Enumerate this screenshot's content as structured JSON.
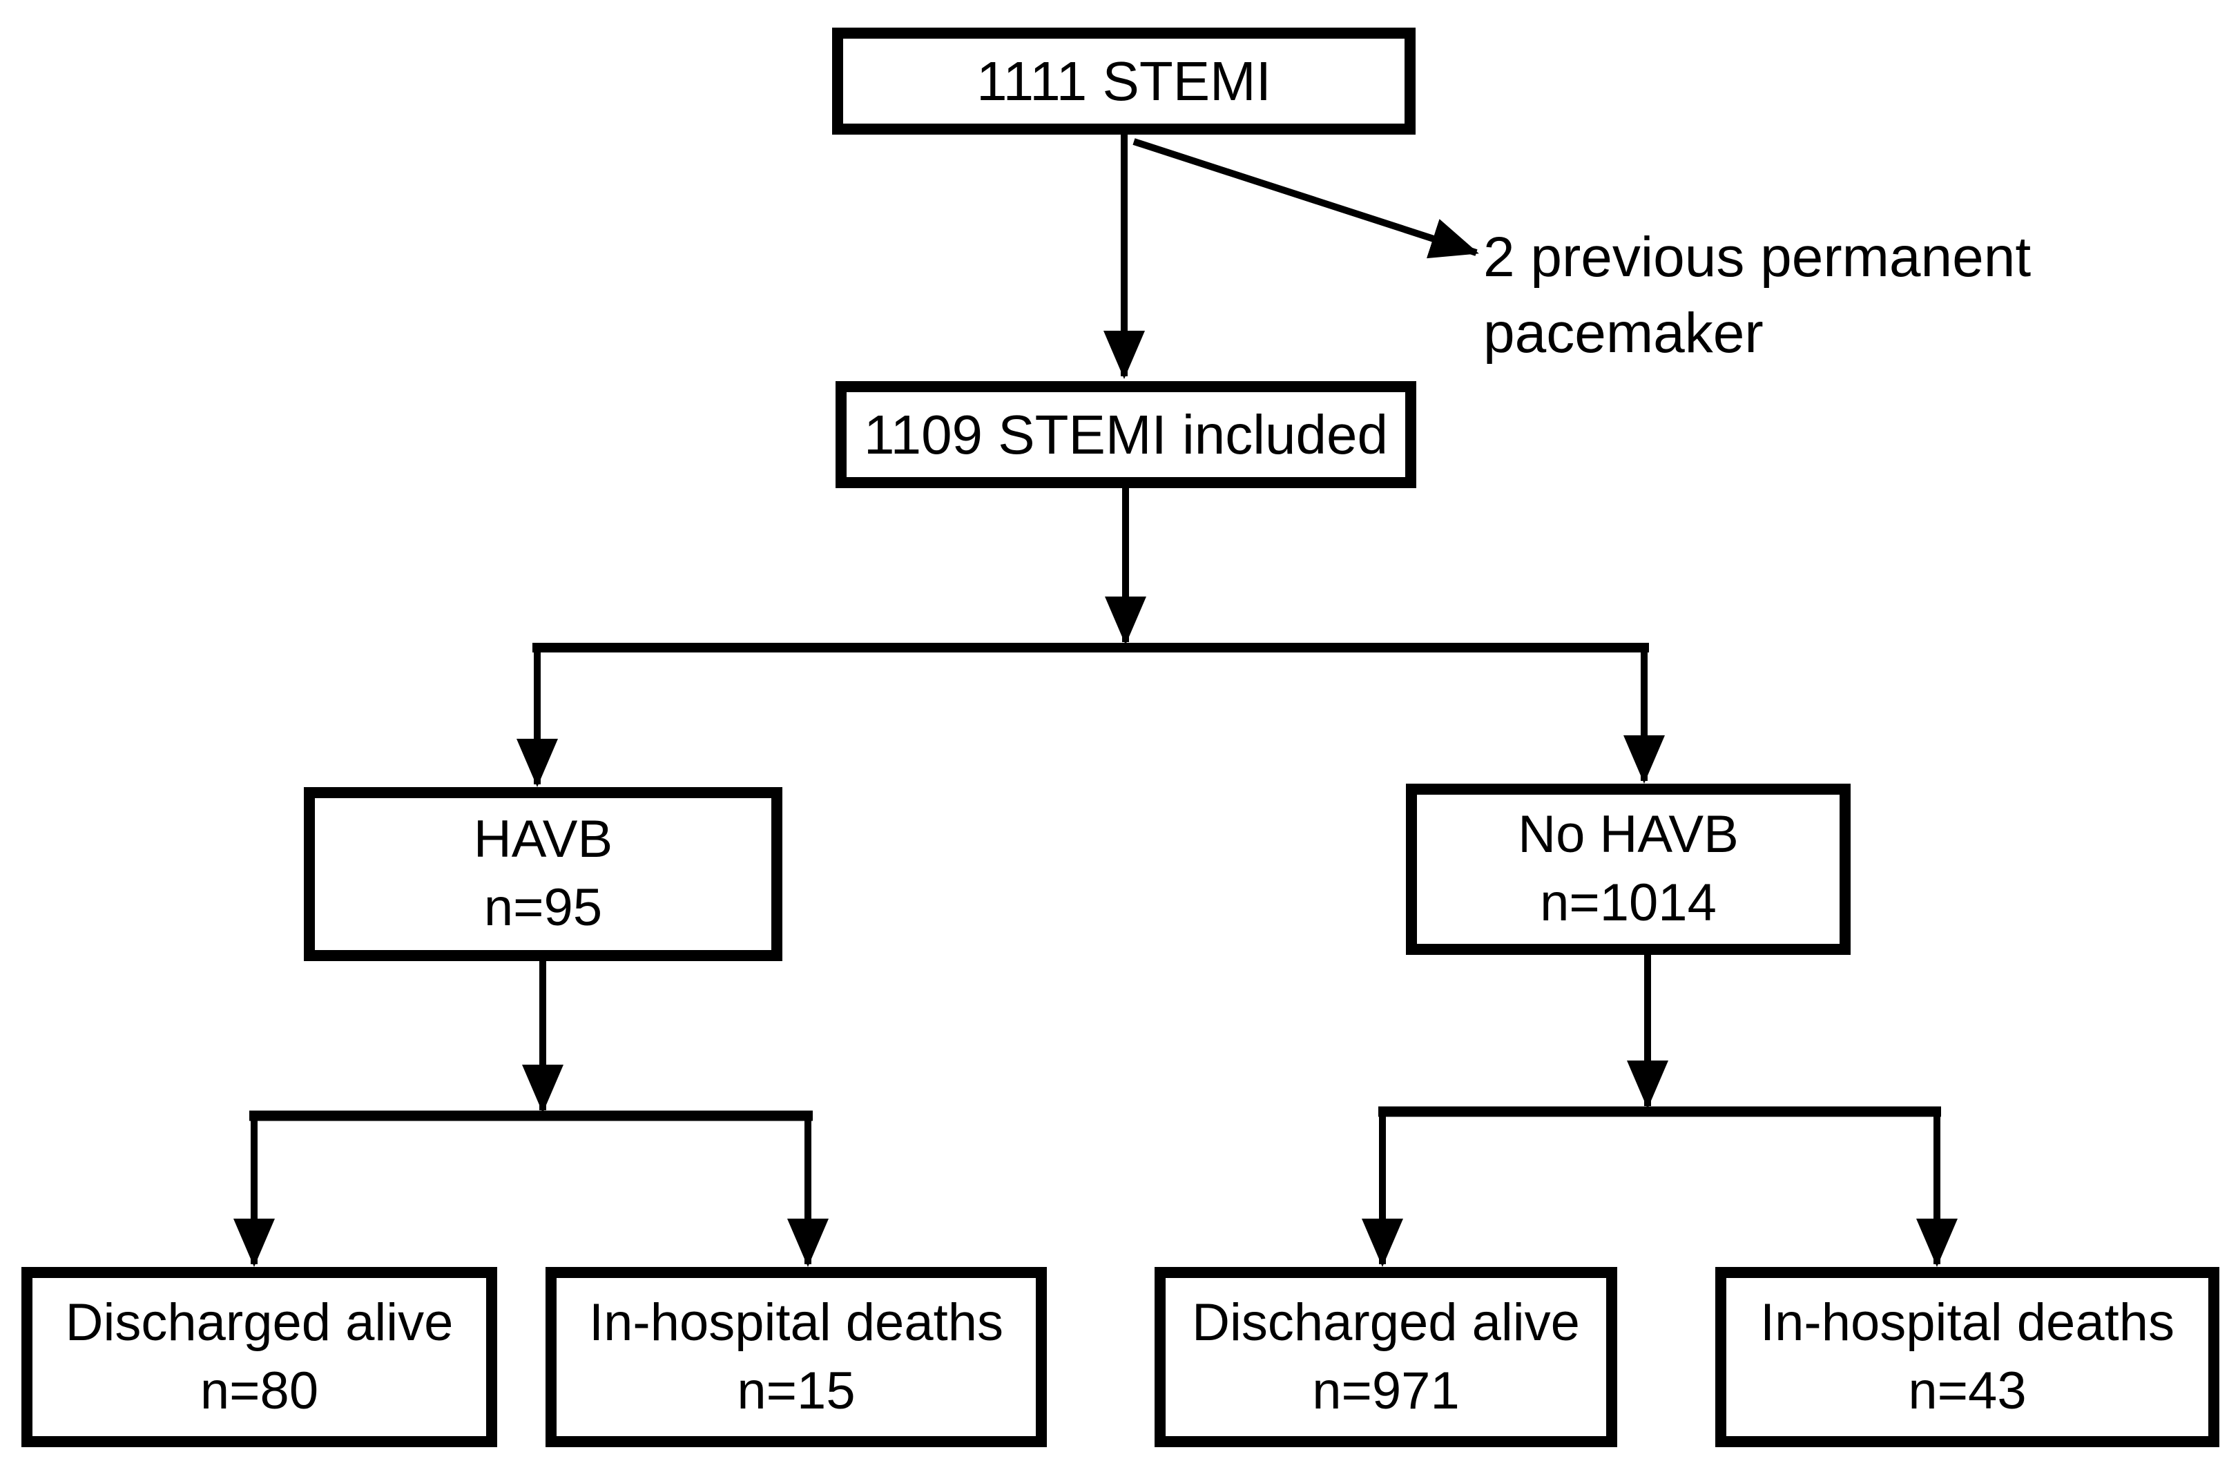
{
  "diagram": {
    "background_color": "#ffffff",
    "line_color": "#000000",
    "accent_bar_color": "#002060",
    "nodes": {
      "root": {
        "label": "1111 STEMI"
      },
      "included": {
        "label": "1109 STEMI included"
      },
      "exclusion_note": {
        "line1": "2 previous  permanent",
        "line2": "pacemaker"
      },
      "havb": {
        "label": "HAVB",
        "count": "n=95"
      },
      "no_havb": {
        "label": "No HAVB",
        "count": "n=1014"
      },
      "havb_discharged": {
        "label": "Discharged alive",
        "count": "n=80"
      },
      "havb_deaths": {
        "label": "In-hospital deaths",
        "count": "n=15"
      },
      "no_havb_discharged": {
        "label": "Discharged alive",
        "count": "n=971"
      },
      "no_havb_deaths": {
        "label": "In-hospital deaths",
        "count": "n=43"
      }
    }
  }
}
